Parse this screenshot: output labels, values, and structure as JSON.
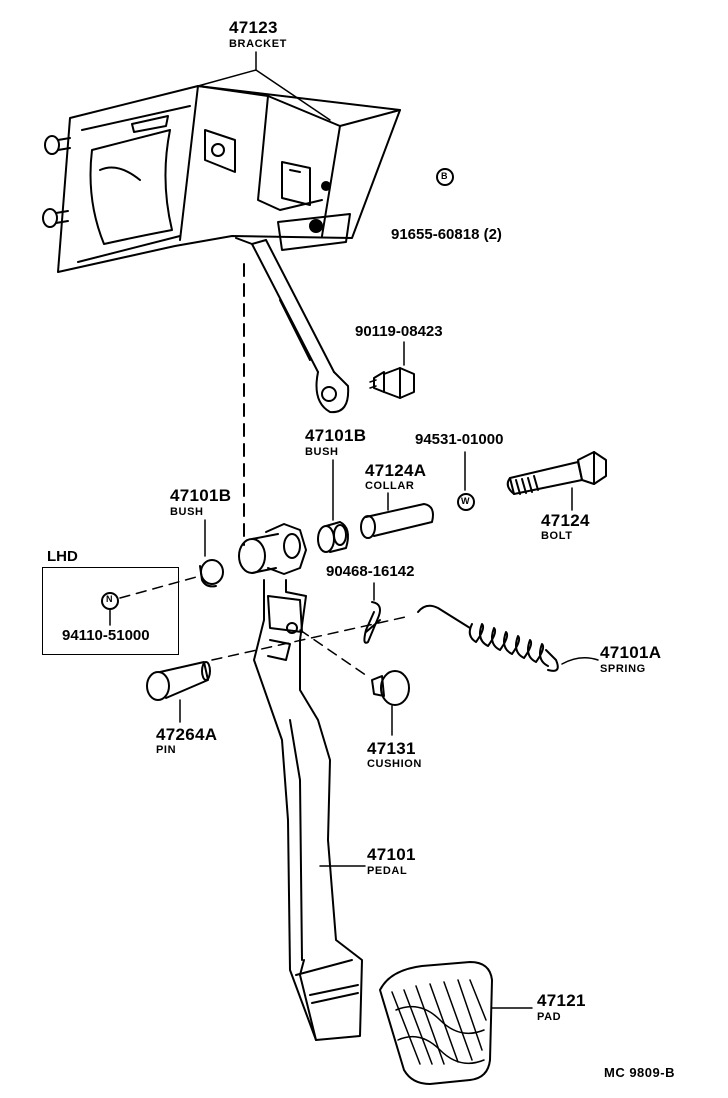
{
  "parts": {
    "bracket": {
      "number": "47123",
      "name": "BRACKET"
    },
    "bolt_b": {
      "number": "91655-60818 (2)",
      "symbol": "B"
    },
    "bolt_mid": {
      "number": "90119-08423"
    },
    "bush_r": {
      "number": "47101B",
      "name": "BUSH"
    },
    "washer": {
      "number": "94531-01000",
      "symbol": "W"
    },
    "collar": {
      "number": "47124A",
      "name": "COLLAR"
    },
    "bolt": {
      "number": "47124",
      "name": "BOLT"
    },
    "bush_l": {
      "number": "47101B",
      "name": "BUSH"
    },
    "clip": {
      "number": "90468-16142"
    },
    "spring": {
      "number": "47101A",
      "name": "SPRING"
    },
    "pin": {
      "number": "47264A",
      "name": "PIN"
    },
    "cushion": {
      "number": "47131",
      "name": "CUSHION"
    },
    "pedal": {
      "number": "47101",
      "name": "PEDAL"
    },
    "pad": {
      "number": "47121",
      "name": "PAD"
    }
  },
  "lhd": {
    "title": "LHD",
    "nut_number": "94110-51000",
    "symbol": "N"
  },
  "footer": "MC  9809-B"
}
